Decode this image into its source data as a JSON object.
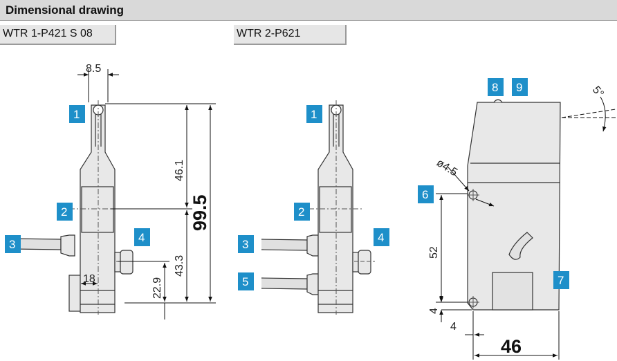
{
  "header": {
    "title": "Dimensional drawing"
  },
  "tabs": [
    {
      "label": "WTR 1-P421 S 08"
    },
    {
      "label": "WTR 2-P621"
    }
  ],
  "dimensions": {
    "top_width": "8.5",
    "upper_height": "46.1",
    "total_height": "99.5",
    "lower_height": "43.3",
    "cable_offset": "18",
    "connector_height": "22.9",
    "hole_diameter": "ø4.5",
    "hole_spacing": "52",
    "edge_offset_v": "4",
    "edge_offset_h": "4",
    "side_width": "46",
    "angle": "5°"
  },
  "callouts": {
    "left": {
      "a": "1",
      "b": "2",
      "c": "3",
      "d": "4"
    },
    "middle": {
      "a": "1",
      "b": "2",
      "c": "3",
      "d": "4",
      "e": "5"
    },
    "right": {
      "a": "8",
      "b": "9",
      "c": "6",
      "d": "7"
    }
  },
  "colors": {
    "badge": "#1e8fc9",
    "header": "#d9d9d9",
    "part": "#e8e8e8"
  }
}
